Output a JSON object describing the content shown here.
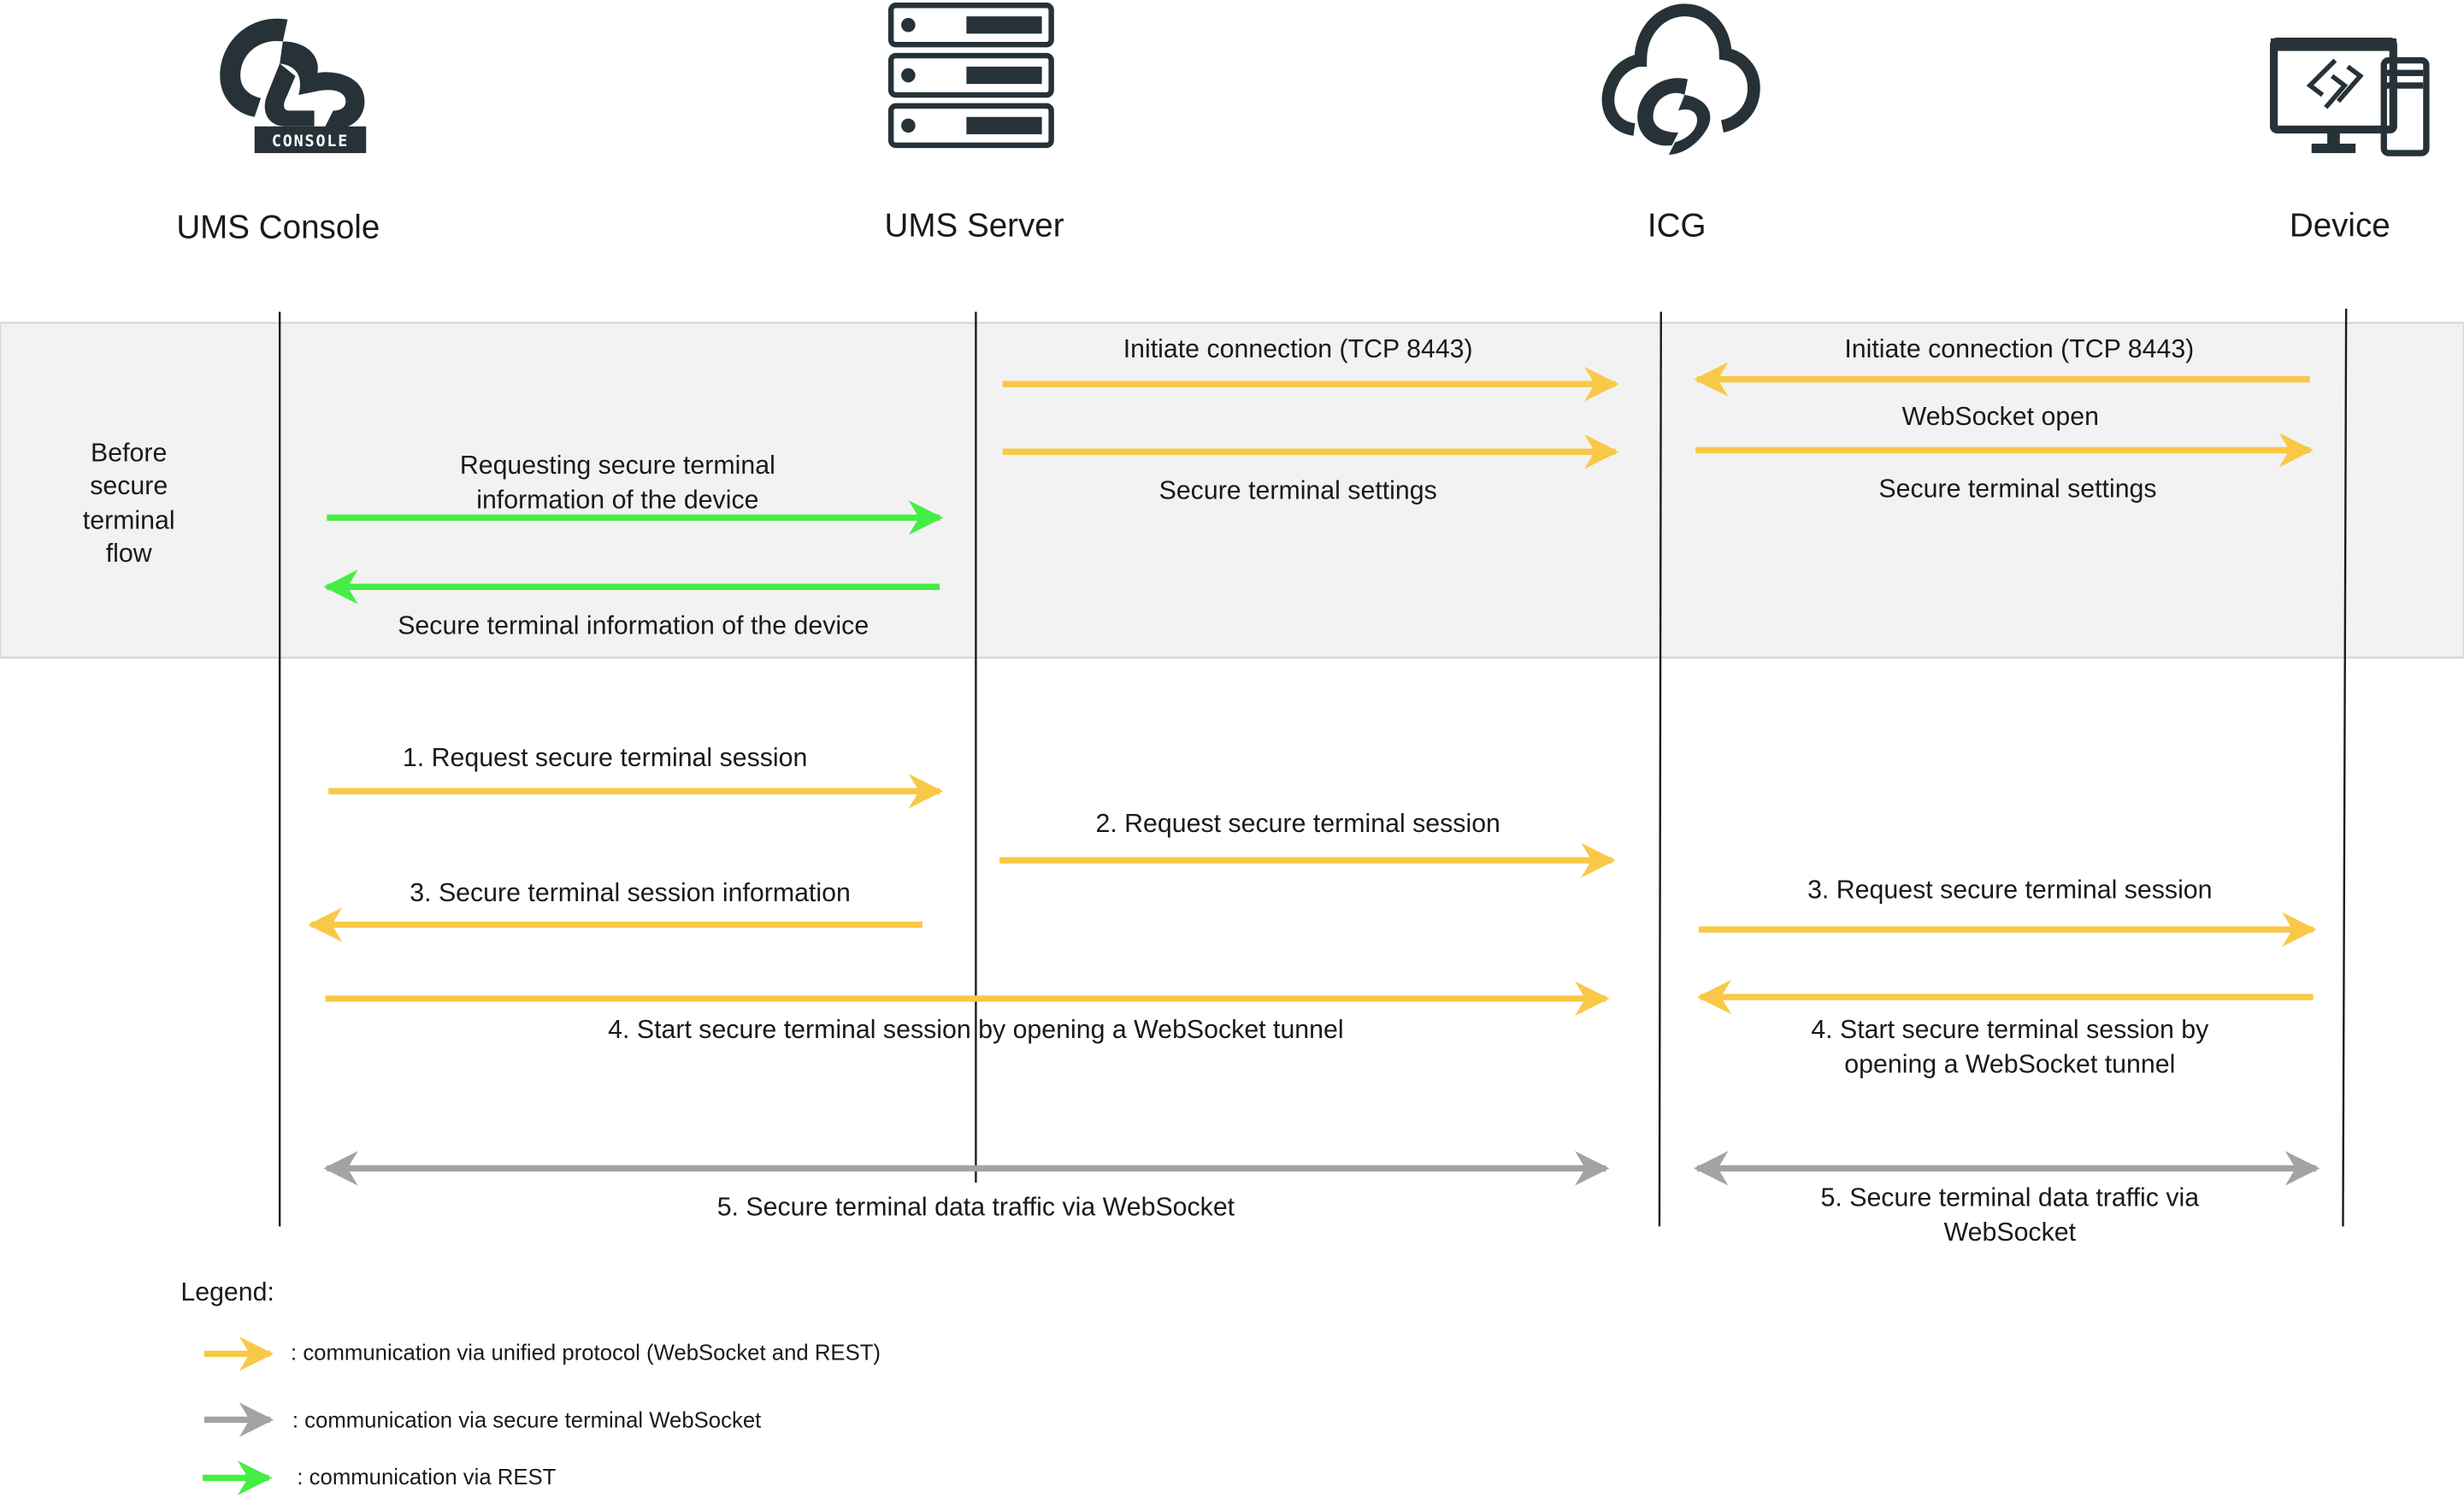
{
  "participants": [
    {
      "label": "UMS Console",
      "icon": "console-icon",
      "icon_badge": "CONSOLE"
    },
    {
      "label": "UMS Server",
      "icon": "server-icon"
    },
    {
      "label": "ICG",
      "icon": "cloud-gateway-icon"
    },
    {
      "label": "Device",
      "icon": "device-icon"
    }
  ],
  "phase": {
    "label_lines": [
      "Before",
      "secure",
      "terminal",
      "flow"
    ],
    "messages": {
      "server_icg_initiate": "Initiate connection (TCP 8443)",
      "server_icg_settings": "Secure terminal settings",
      "device_icg_initiate": "Initiate connection (TCP 8443)",
      "icg_device_websocket_open": "WebSocket open",
      "icg_device_settings": "Secure terminal settings",
      "console_server_request_lines": [
        "Requesting secure terminal",
        "information of the device"
      ],
      "server_console_info": "Secure terminal information of the device"
    }
  },
  "flow": {
    "m1": "1.   Request secure terminal session",
    "m2": "2.   Request secure terminal session",
    "m3_console": "3.   Secure terminal session information",
    "m3_device": "3.   Request secure terminal session",
    "m4_console": "4.   Start secure terminal session by opening a WebSocket tunnel",
    "m4_device_lines": [
      "4.   Start secure terminal session by",
      "opening a WebSocket tunnel"
    ],
    "m5_console": "5.   Secure terminal data traffic via WebSocket",
    "m5_device_lines": [
      "5.   Secure terminal data traffic via",
      "WebSocket"
    ]
  },
  "legend": {
    "title": "Legend:",
    "items": [
      {
        "text": ": communication via unified protocol (WebSocket and REST)",
        "color": "#F9C846"
      },
      {
        "text": ": communication via secure terminal WebSocket",
        "color": "#A3A3A3"
      },
      {
        "text": ": communication via REST",
        "color": "#44EE44"
      }
    ]
  },
  "colors": {
    "unified": "#F9C846",
    "websocket": "#A3A3A3",
    "rest": "#44EE44",
    "phase_band": "#F2F2F2",
    "icon": "#263238"
  }
}
